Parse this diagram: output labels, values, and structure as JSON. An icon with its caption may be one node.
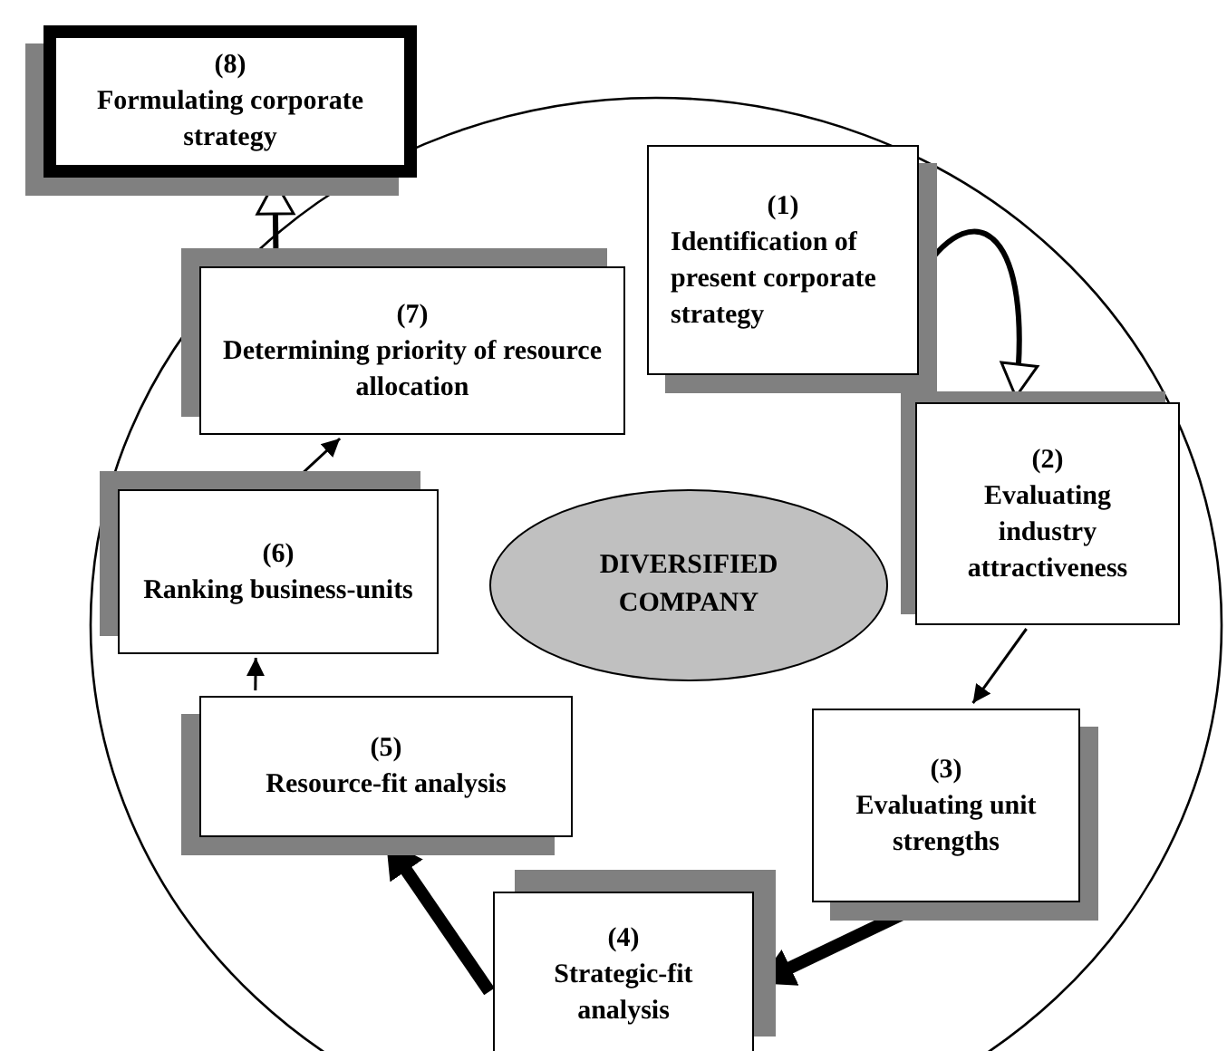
{
  "diagram": {
    "nodes": [
      {
        "text": [
          "(8)",
          "Formulating corporate strategy"
        ]
      },
      {
        "text": [
          "(1)",
          "Identification of present corporate strategy"
        ]
      },
      {
        "text": [
          "(2)",
          "Evaluating industry attractiveness"
        ]
      },
      {
        "text": [
          "(3)",
          "Evaluating unit strengths"
        ]
      },
      {
        "text": [
          "(4)",
          "Strategic-fit analysis"
        ]
      },
      {
        "text": [
          "(5)",
          "Resource-fit analysis"
        ]
      },
      {
        "text": [
          "(6)",
          "Ranking business-units"
        ]
      },
      {
        "text": [
          "(7)",
          "Determining priority of resource allocation"
        ]
      },
      {
        "text": [
          "DIVERSIFIED COMPANY"
        ]
      }
    ],
    "edges": [
      {
        "from": 1,
        "to": 2,
        "arrow": "to"
      },
      {
        "from": 2,
        "to": 3,
        "arrow": "to"
      },
      {
        "from": 3,
        "to": 4,
        "arrow": "to",
        "style": "thick"
      },
      {
        "from": 4,
        "to": 5,
        "arrow": "to",
        "style": "thick"
      },
      {
        "from": 5,
        "to": 6,
        "arrow": "to"
      },
      {
        "from": 6,
        "to": 7,
        "arrow": "to"
      },
      {
        "from": 7,
        "to": 0,
        "arrow": "to"
      }
    ]
  }
}
